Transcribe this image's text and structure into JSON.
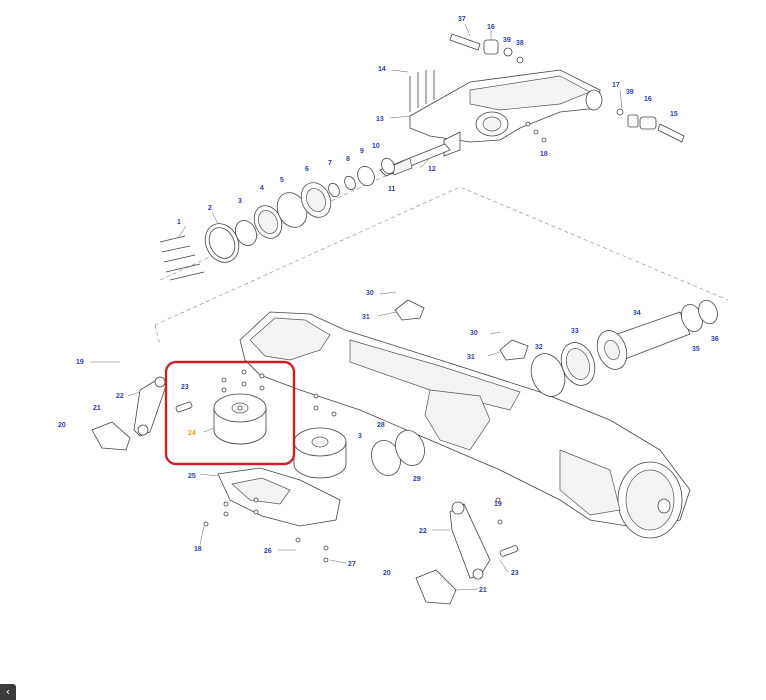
{
  "diagram": {
    "labels": [
      {
        "id": "p37",
        "text": "37"
      },
      {
        "id": "p16a",
        "text": "16"
      },
      {
        "id": "p39a",
        "text": "39"
      },
      {
        "id": "p38",
        "text": "38"
      },
      {
        "id": "p14",
        "text": "14"
      },
      {
        "id": "p13",
        "text": "13"
      },
      {
        "id": "p17",
        "text": "17"
      },
      {
        "id": "p39b",
        "text": "39"
      },
      {
        "id": "p16b",
        "text": "16"
      },
      {
        "id": "p15",
        "text": "15"
      },
      {
        "id": "p18a",
        "text": "18"
      },
      {
        "id": "p10",
        "text": "10"
      },
      {
        "id": "p9",
        "text": "9"
      },
      {
        "id": "p8",
        "text": "8"
      },
      {
        "id": "p7",
        "text": "7"
      },
      {
        "id": "p6",
        "text": "6"
      },
      {
        "id": "p5",
        "text": "5"
      },
      {
        "id": "p4",
        "text": "4"
      },
      {
        "id": "p3a",
        "text": "3"
      },
      {
        "id": "p2",
        "text": "2"
      },
      {
        "id": "p1",
        "text": "1"
      },
      {
        "id": "p11",
        "text": "11"
      },
      {
        "id": "p12",
        "text": "12"
      },
      {
        "id": "p30a",
        "text": "30"
      },
      {
        "id": "p31a",
        "text": "31"
      },
      {
        "id": "p30b",
        "text": "30"
      },
      {
        "id": "p31b",
        "text": "31"
      },
      {
        "id": "p32",
        "text": "32"
      },
      {
        "id": "p33",
        "text": "33"
      },
      {
        "id": "p34",
        "text": "34"
      },
      {
        "id": "p35",
        "text": "35"
      },
      {
        "id": "p36",
        "text": "36"
      },
      {
        "id": "p19a",
        "text": "19"
      },
      {
        "id": "p22a",
        "text": "22"
      },
      {
        "id": "p23a",
        "text": "23"
      },
      {
        "id": "p24",
        "text": "24"
      },
      {
        "id": "p21a",
        "text": "21"
      },
      {
        "id": "p20a",
        "text": "20"
      },
      {
        "id": "p3b",
        "text": "3"
      },
      {
        "id": "p28",
        "text": "28"
      },
      {
        "id": "p29",
        "text": "29"
      },
      {
        "id": "p25",
        "text": "25"
      },
      {
        "id": "p18b",
        "text": "18"
      },
      {
        "id": "p26",
        "text": "26"
      },
      {
        "id": "p27",
        "text": "27"
      },
      {
        "id": "p19b",
        "text": "19"
      },
      {
        "id": "p22b",
        "text": "22"
      },
      {
        "id": "p23b",
        "text": "23"
      },
      {
        "id": "p20b",
        "text": "20"
      },
      {
        "id": "p21b",
        "text": "21"
      }
    ]
  },
  "colors": {
    "label": "#2a3fa8",
    "highlight_label": "#e0a020",
    "highlight_box": "#cc1f2a",
    "line": "#444444"
  },
  "nav": {
    "back_glyph": "‹"
  }
}
